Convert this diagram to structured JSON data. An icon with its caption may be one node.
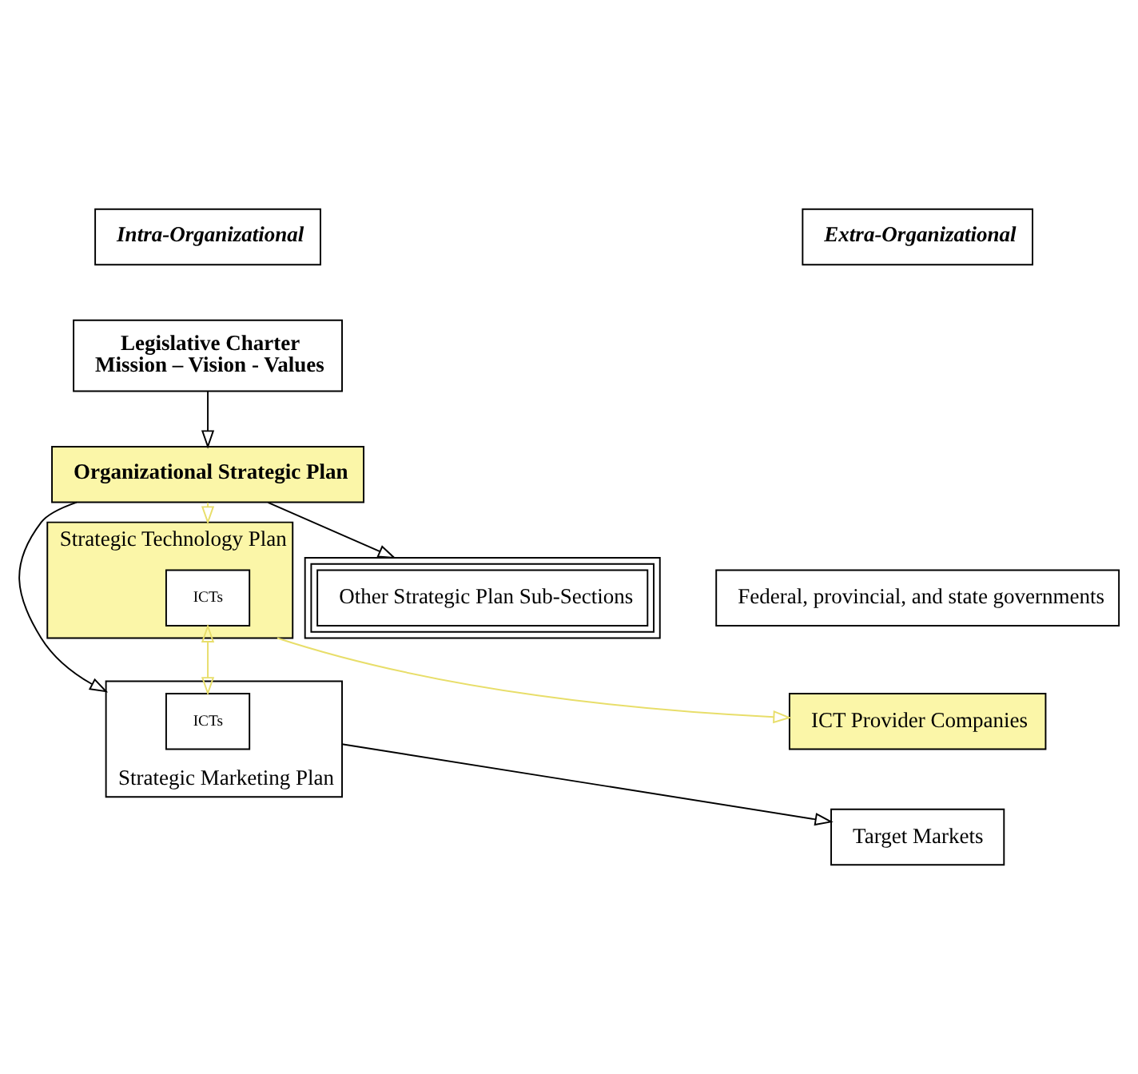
{
  "diagram": {
    "nodes": [
      {
        "text": [
          "Intra-Organizational"
        ]
      },
      {
        "text": [
          "Extra-Organizational"
        ]
      },
      {
        "text": [
          "Legislative Charter",
          "Mission – Vision - Values"
        ]
      },
      {
        "text": [
          "Organizational Strategic Plan"
        ]
      },
      {
        "text": [
          "Strategic Technology Plan"
        ]
      },
      {
        "text": [
          "ICTs"
        ],
        "in": 4
      },
      {
        "text": [
          "Federal, provincial, and state governments"
        ]
      },
      {
        "text": [
          "ICT Provider Companies"
        ]
      },
      {
        "text": [
          "Strategic Marketing Plan"
        ]
      },
      {
        "text": [
          "ICTs"
        ],
        "in": 8
      },
      {
        "text": [
          "Target Markets"
        ]
      },
      {
        "text": [
          "Other Strategic Plan Sub-Sections"
        ]
      }
    ],
    "edges": [
      {
        "from": 2,
        "to": 3,
        "arrow": "to"
      },
      {
        "from": 3,
        "to": 4,
        "arrow": "to",
        "color": "#e8de6a"
      },
      {
        "from": 3,
        "to": 8,
        "arrow": "to"
      },
      {
        "from": 3,
        "to": 11,
        "arrow": "to"
      },
      {
        "from": 5,
        "to": 9,
        "arrow": "both",
        "color": "#e8de6a"
      },
      {
        "from": 4,
        "to": 7,
        "arrow": "to",
        "color": "#e8de6a"
      },
      {
        "from": 8,
        "to": 10,
        "arrow": "to"
      }
    ]
  }
}
